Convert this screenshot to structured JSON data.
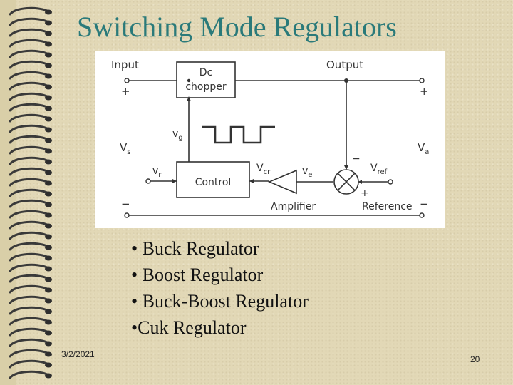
{
  "slide": {
    "title": "Switching Mode Regulators",
    "date": "3/2/2021",
    "page_number": "20",
    "title_color": "#2a7a7a",
    "background_color": "#e2d8b6",
    "binding_icon": "spiral-binding-icon"
  },
  "diagram": {
    "input_label": "Input",
    "output_label": "Output",
    "chopper_line1": "Dc",
    "chopper_line2": "chopper",
    "control_label": "Control",
    "amplifier_label": "Amplifier",
    "reference_label": "Reference",
    "vs_label": "V",
    "vs_sub": "s",
    "va_label": "V",
    "va_sub": "a",
    "vg_label": "v",
    "vg_sub": "g",
    "vr_label": "v",
    "vr_sub": "r",
    "vcr_label": "V",
    "vcr_sub": "cr",
    "ve_label": "v",
    "ve_sub": "e",
    "vref_label": "V",
    "vref_sub": "ref",
    "plus": "+",
    "minus": "−",
    "summing_junction_icon": "summing-junction-icon",
    "amplifier_icon": "amplifier-triangle-icon",
    "pwm_waveform_icon": "pwm-waveform-icon"
  },
  "bullets": [
    "• Buck Regulator",
    "• Boost Regulator",
    "• Buck-Boost Regulator",
    "•Cuk Regulator"
  ]
}
